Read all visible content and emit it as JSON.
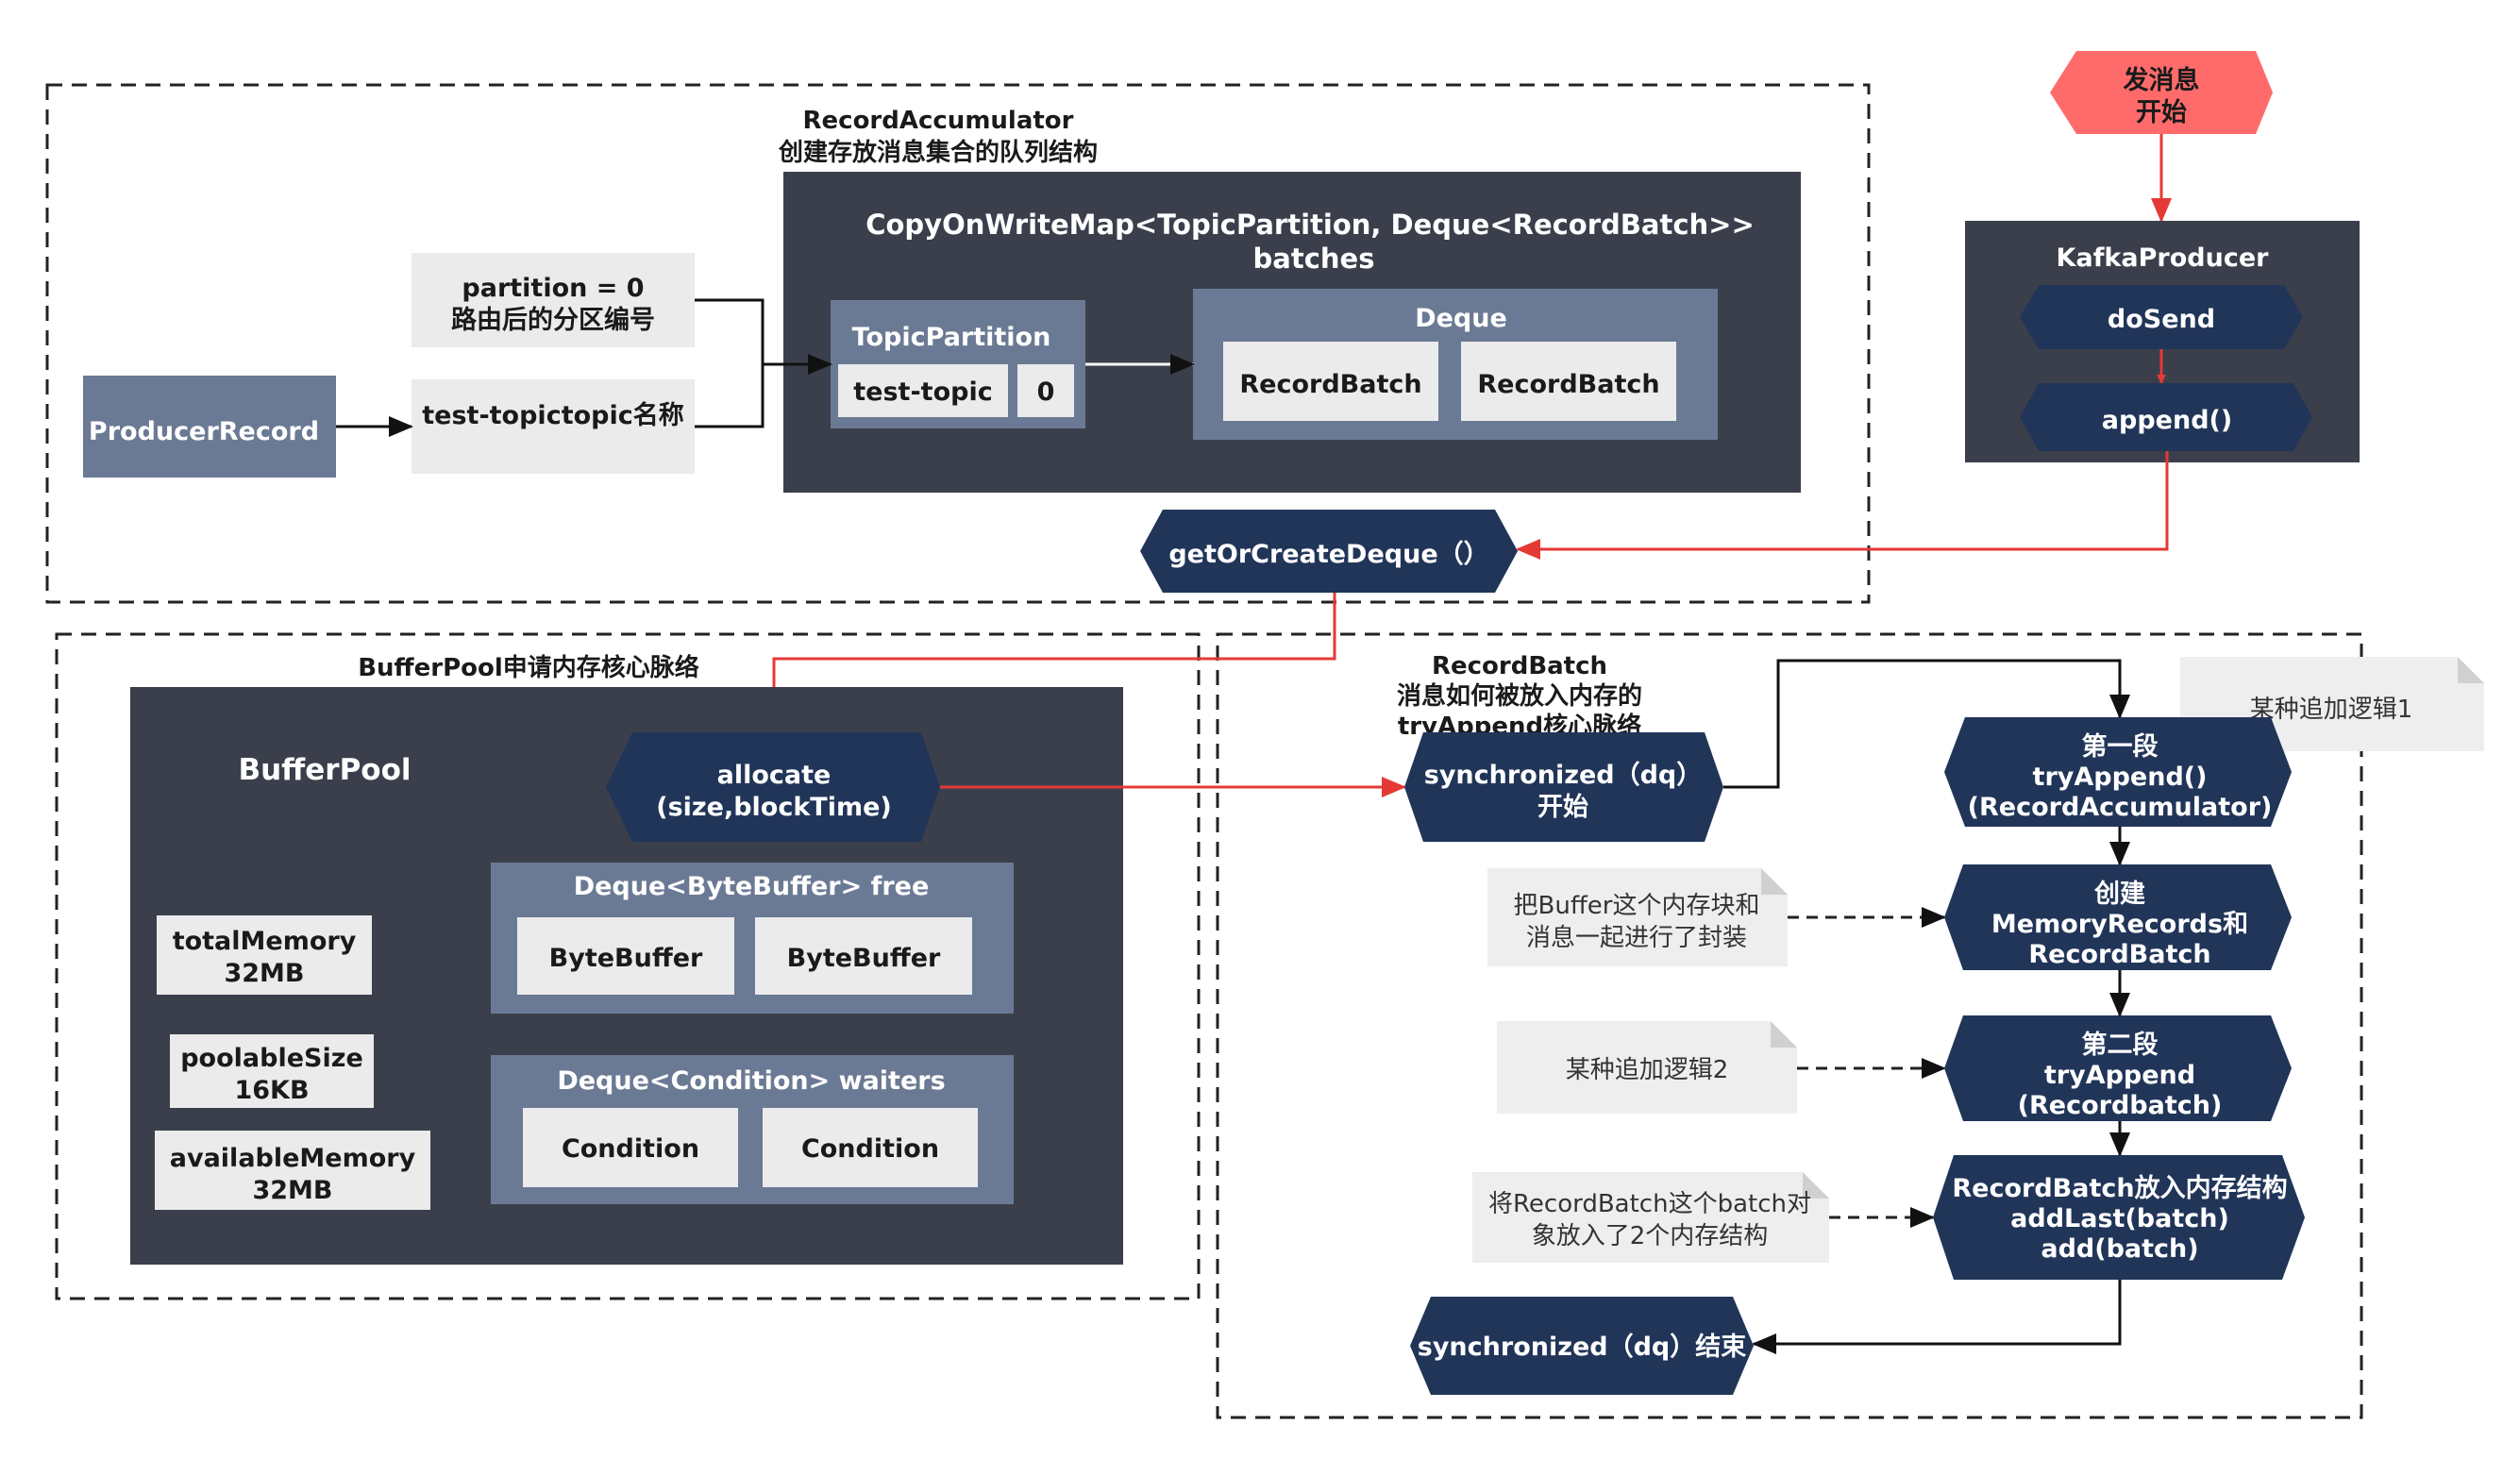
{
  "colors": {
    "navy": "#213559",
    "dark_panel": "#3b3f4c",
    "slate": "#6b7a94",
    "light_box": "#ebebeb",
    "start_red": "#ff6b6b",
    "arrow_red": "#e53935",
    "note_bg": "#eeeeee"
  },
  "record_accumulator": {
    "title": "RecordAccumulator",
    "subtitle": "创建存放消息集合的队列结构",
    "map_title_1": "CopyOnWriteMap<TopicPartition, Deque<RecordBatch>>",
    "map_title_2": "batches",
    "topic_partition_label": "TopicPartition",
    "topic_value": "test-topic",
    "partition_value": "0",
    "deque_label": "Deque",
    "record_batches": [
      "RecordBatch",
      "RecordBatch"
    ],
    "partition_box_1": "partition = 0",
    "partition_box_2": "路由后的分区编号",
    "topic_box": "test-topictopic名称",
    "producer_record": "ProducerRecord"
  },
  "kafka_producer": {
    "start_1": "发消息",
    "start_2": "开始",
    "title": "KafkaProducer",
    "do_send": "doSend",
    "append": "append()"
  },
  "get_or_create": "getOrCreateDeque（）",
  "buffer_pool": {
    "section_title": "BufferPool申请内存核心脉络",
    "title": "BufferPool",
    "allocate_1": "allocate",
    "allocate_2": "(size,blockTime)",
    "total_memory_1": "totalMemory",
    "total_memory_2": "32MB",
    "poolable_size_1": "poolableSize",
    "poolable_size_2": "16KB",
    "available_memory_1": "availableMemory",
    "available_memory_2": "32MB",
    "free_label": "Deque<ByteBuffer> free",
    "byte_buffers": [
      "ByteBuffer",
      "ByteBuffer"
    ],
    "waiters_label": "Deque<Condition> waiters",
    "conditions": [
      "Condition",
      "Condition"
    ]
  },
  "record_batch": {
    "section_title_1": "RecordBatch",
    "section_title_2": "消息如何被放入内存的",
    "section_title_3": "tryAppend核心脉络",
    "sync_start_1": "synchronized（dq）",
    "sync_start_2": "开始",
    "step1_1": "第一段",
    "step1_2": "tryAppend()",
    "step1_3": "(RecordAccumulator)",
    "note1": "某种追加逻辑1",
    "create_1": "创建",
    "create_2": "MemoryRecords和",
    "create_3": "RecordBatch",
    "note_wrap_1": "把Buffer这个内存块和",
    "note_wrap_2": "消息一起进行了封装",
    "step2_1": "第二段",
    "step2_2": "tryAppend",
    "step2_3": "(Recordbatch)",
    "note2": "某种追加逻辑2",
    "put_1": "RecordBatch放入内存结构",
    "put_2": "addLast(batch)",
    "put_3": "add(batch)",
    "note_put_1": "将RecordBatch这个batch对",
    "note_put_2": "象放入了2个内存结构",
    "sync_end": "synchronized（dq）结束"
  }
}
